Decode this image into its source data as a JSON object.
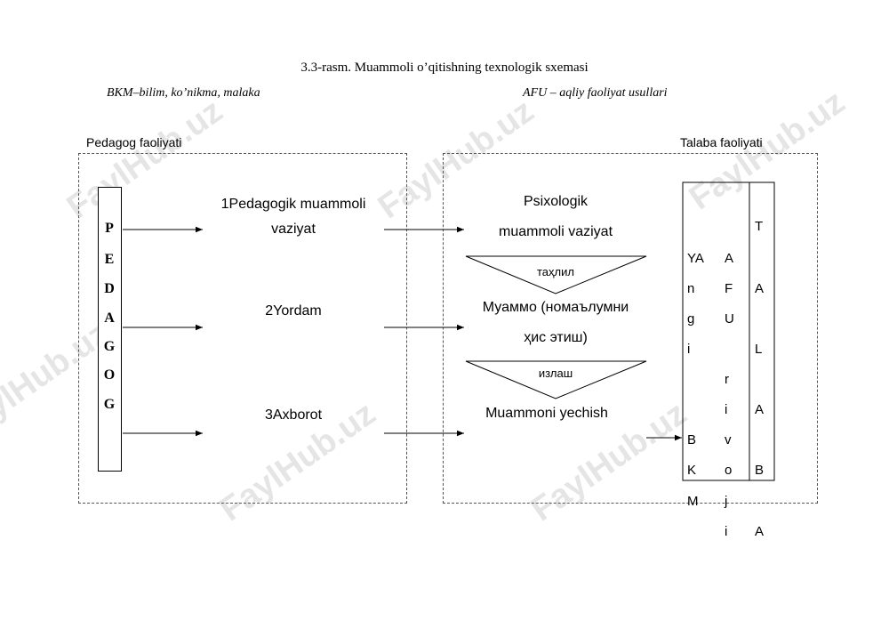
{
  "header": {
    "title": "3.3-rasm. Muammoli o’qitishning texnologik sxemasi",
    "left_note": "BKM–bilim, ko’nikma, malaka",
    "right_note": "AFU – aqliy faoliyat usullari"
  },
  "pedagog": {
    "section_label": "Pedagog faoliyati",
    "vertical_letters": [
      "P",
      "E",
      "D",
      "A",
      "G",
      "O",
      "G"
    ],
    "steps": [
      {
        "line1": "1Pedagogik muammoli",
        "line2": "vaziyat"
      },
      {
        "line1": "2Yordam"
      },
      {
        "line1": "3Axborot"
      }
    ]
  },
  "talaba": {
    "section_label": "Talaba faoliyati",
    "results": [
      {
        "line1": "Psixologik",
        "line2": "muammoli vaziyat"
      },
      {
        "line1": "Муаммо (номаълумни",
        "line2": "ҳис этиш)"
      },
      {
        "line1": "Muammoni yechish"
      }
    ],
    "triangles": [
      "таҳлил",
      "излаш"
    ],
    "col_yangi": [
      "YA",
      "n",
      "g",
      "i",
      "",
      "",
      "B",
      "K",
      "M"
    ],
    "col_afu": [
      "A",
      "F",
      "U",
      "",
      "r",
      "i",
      "v",
      "o",
      "j",
      "i"
    ],
    "col_talaba": [
      "T",
      "",
      "A",
      "",
      "L",
      "",
      "A",
      "B",
      "",
      "A"
    ]
  },
  "watermark": "FaylHub.uz"
}
